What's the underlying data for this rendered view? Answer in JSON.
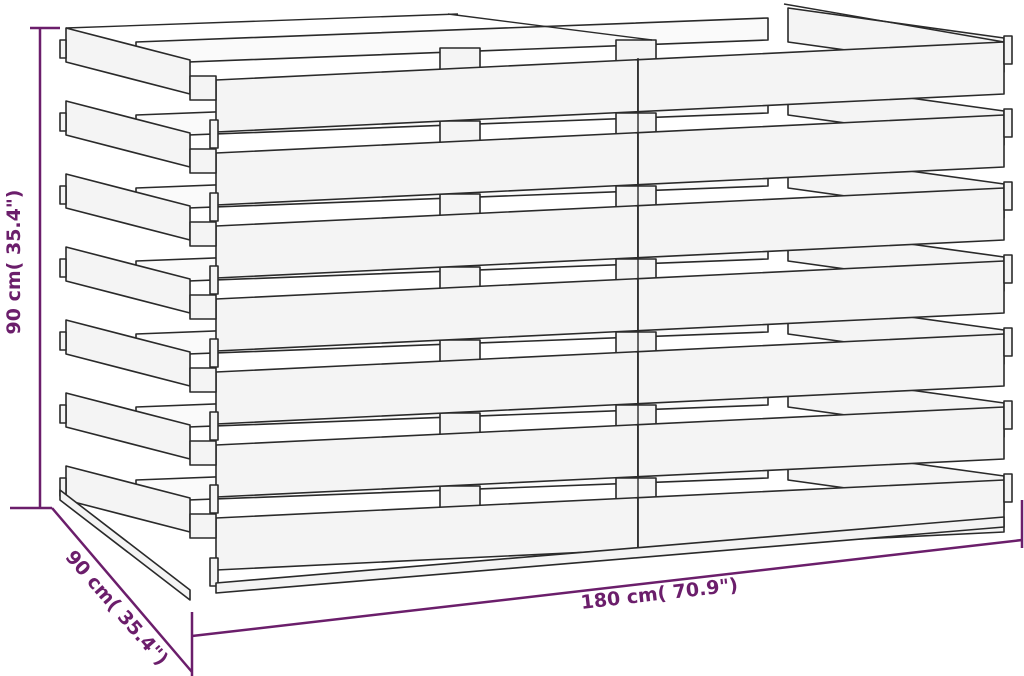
{
  "diagram": {
    "colors": {
      "wood_fill": "#f4f4f4",
      "wood_stroke": "#2a2a2a",
      "dimension": "#6b1e6b"
    },
    "dimensions": {
      "height_label": "90 cm( 35.4\")",
      "depth_label": "90 cm( 35.4\")",
      "width_label": "180 cm( 70.9\")"
    }
  }
}
